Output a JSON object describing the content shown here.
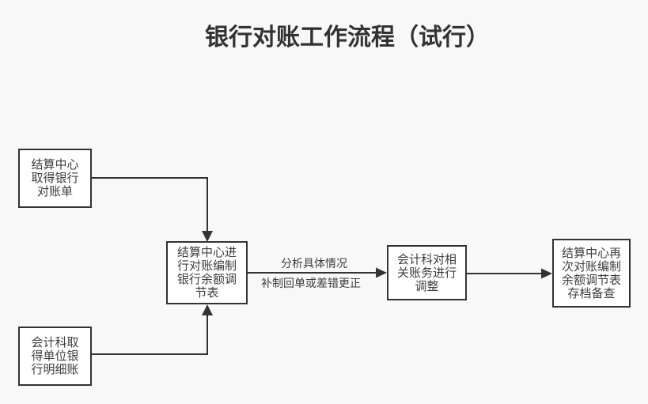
{
  "title": "银行对账工作流程（试行）",
  "colors": {
    "background": "#f8f8f8",
    "node_fill": "#ffffff",
    "node_border": "#333333",
    "connector": "#333333",
    "text": "#3d3d3d",
    "title_text": "#333333"
  },
  "flowchart": {
    "nodes": [
      {
        "id": "settlement-center-get-bank-statement",
        "text": "结算中心\n取得银行\n对账单"
      },
      {
        "id": "accounting-get-unit-bank-ledger",
        "text": "会计科取\n得单位银\n行明细账"
      },
      {
        "id": "settlement-center-reconcile-prepare-adjustment-table",
        "text": "结算中心进\n行对账编制\n银行余额调\n节表"
      },
      {
        "id": "accounting-adjust-related-accounts",
        "text": "会计科对相\n关账务进行\n调整"
      },
      {
        "id": "settlement-center-re-reconcile-archive",
        "text": "结算中心再\n次对账编制\n余额调节表\n存档备查"
      }
    ],
    "edge_labels": [
      {
        "above": "分析具体情况",
        "below": "补制回单或差错更正"
      }
    ]
  }
}
